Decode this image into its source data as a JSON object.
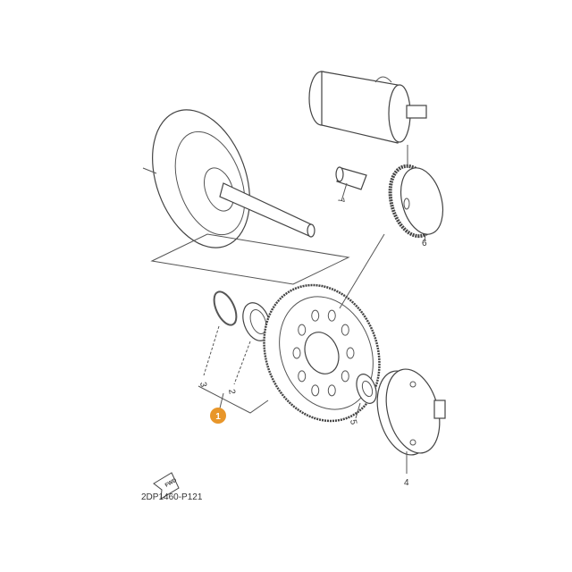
{
  "diagram": {
    "callout": {
      "number": "1",
      "color": "#e8962a"
    },
    "part_labels": {
      "p2": "2",
      "p3": "3",
      "p4": "4",
      "p5": "5",
      "p6": "6",
      "p7": "7"
    },
    "fwd_arrow": {
      "text": "FWD",
      "icon": "forward-arrow-icon"
    },
    "diagram_code": "2DP1460-P121"
  }
}
